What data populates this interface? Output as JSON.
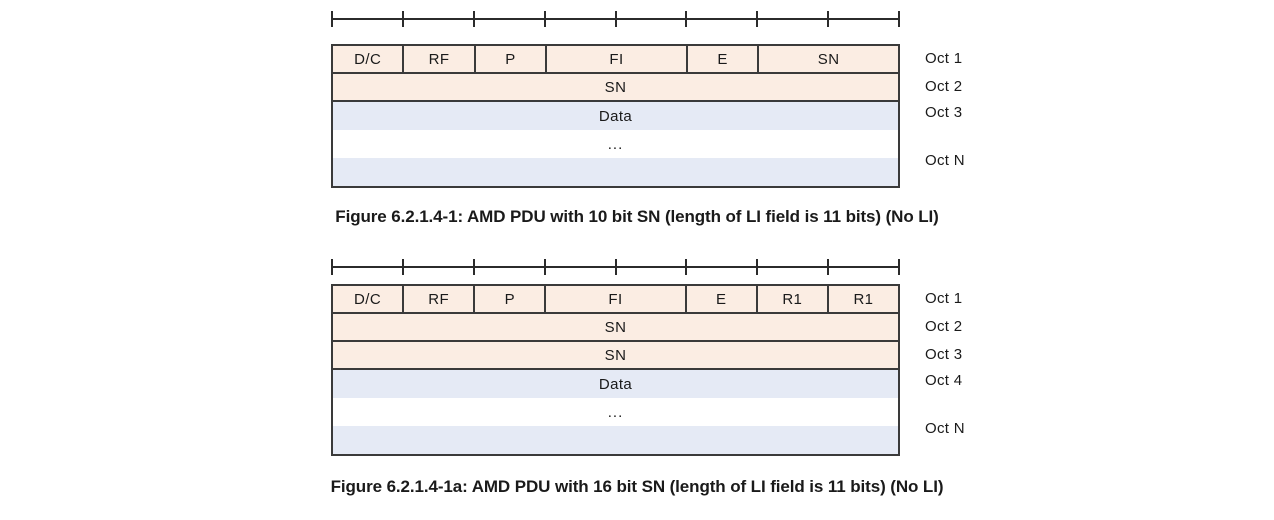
{
  "colors": {
    "header_fill": "#fbede3",
    "data_fill": "#e5eaf5",
    "blank_fill": "#ffffff",
    "border": "#3a3a3a",
    "text": "#1a1a1a"
  },
  "figures": [
    {
      "id": "figure-1",
      "ruler": {
        "tick_count": 9,
        "bit_count": 8
      },
      "header_fields": [
        {
          "label": "D/C",
          "bits": 1
        },
        {
          "label": "RF",
          "bits": 1
        },
        {
          "label": "P",
          "bits": 1
        },
        {
          "label": "FI",
          "bits": 2
        },
        {
          "label": "E",
          "bits": 1
        },
        {
          "label": "SN",
          "bits": 2
        }
      ],
      "rows": [
        {
          "label": "SN",
          "fill": "peach"
        },
        {
          "label": "Data",
          "fill": "blue"
        },
        {
          "label": "...",
          "fill": "white"
        },
        {
          "label": "",
          "fill": "blue"
        }
      ],
      "octet_labels": [
        "Oct 1",
        "Oct 2",
        "Oct 3",
        "Oct N"
      ],
      "caption": "Figure 6.2.1.4-1: AMD PDU with 10 bit SN (length of LI field is 11 bits) (No LI)"
    },
    {
      "id": "figure-2",
      "ruler": {
        "tick_count": 9,
        "bit_count": 8
      },
      "header_fields": [
        {
          "label": "D/C",
          "bits": 1
        },
        {
          "label": "RF",
          "bits": 1
        },
        {
          "label": "P",
          "bits": 1
        },
        {
          "label": "FI",
          "bits": 2
        },
        {
          "label": "E",
          "bits": 1
        },
        {
          "label": "R1",
          "bits": 1
        },
        {
          "label": "R1",
          "bits": 1
        }
      ],
      "rows": [
        {
          "label": "SN",
          "fill": "peach"
        },
        {
          "label": "SN",
          "fill": "peach"
        },
        {
          "label": "Data",
          "fill": "blue"
        },
        {
          "label": "...",
          "fill": "white"
        },
        {
          "label": "",
          "fill": "blue"
        }
      ],
      "octet_labels": [
        "Oct 1",
        "Oct 2",
        "Oct 3",
        "Oct 4",
        "Oct N"
      ],
      "caption": "Figure 6.2.1.4-1a: AMD PDU with 16 bit SN (length of LI field is 11 bits) (No LI)"
    }
  ]
}
